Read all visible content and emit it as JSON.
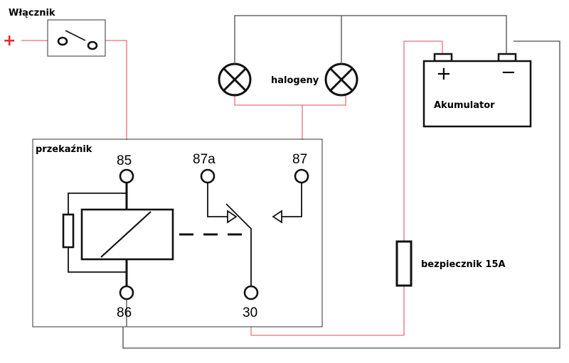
{
  "labels": {
    "switch": "Włącznik",
    "positive_input": "+",
    "lamps": "halogeny",
    "battery": "Akumulator",
    "battery_plus": "+",
    "battery_minus": "−",
    "relay": "przekaźnik",
    "fuse": "bezpiecznik 15A"
  },
  "pins": {
    "p85": "85",
    "p86": "86",
    "p87a": "87a",
    "p87": "87",
    "p30": "30"
  },
  "colors": {
    "wire_black": "#4a4a4a",
    "wire_red": "#e8707a",
    "positive_marker": "#e2282c"
  }
}
